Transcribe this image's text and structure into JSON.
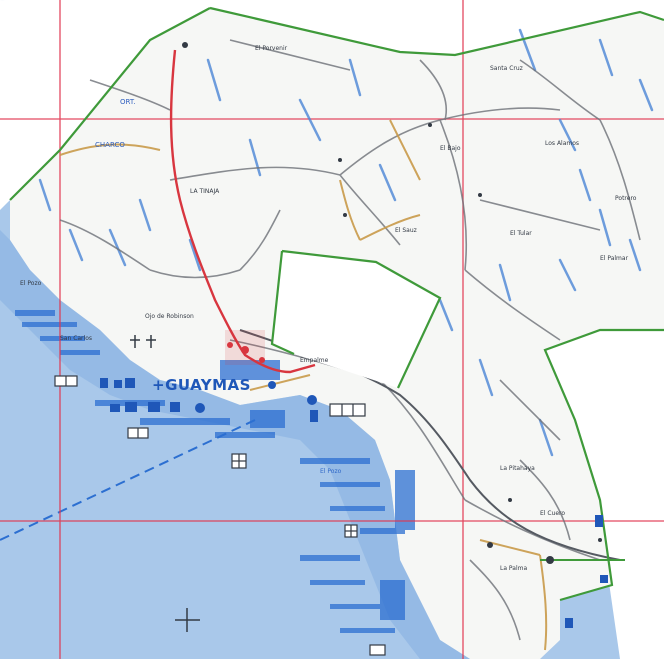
{
  "colors": {
    "sea": "#a9c8ea",
    "sea_deep": "#8fb6e3",
    "coast_blue": "#2c6fd1",
    "land": "#f6f7f5",
    "boundary": "#3f9a3a",
    "grid": "#e0364f",
    "road_primary": "#d8363f",
    "road_secondary": "#c99a4a",
    "road_gray": "#6d7178",
    "water": "#4c86d6",
    "label": "#333a44",
    "enclave": "#ffffff"
  },
  "map": {
    "city_label": "+GUAYMAS",
    "labels": {
      "el_pozo": "El Pozo",
      "la_tinaja": "LA TINAJA",
      "el_el": "Ojo de Robinson",
      "san_carlos": "San Carlos",
      "el_porvenir": "El Porvenir",
      "empalme_label": "Empalme",
      "charco": "CHARCO",
      "orti": "ORT.",
      "la_palma": "La Palma",
      "el_cuero": "El Cuero",
      "potrero": "Potrero",
      "santa_cruz": "Santa Cruz",
      "la_pitahaya": "La Pitahaya",
      "el_bajo": "El Bajo",
      "el_sauz": "El Sauz",
      "el_tular": "El Tular",
      "el_palmar": "El Palmar",
      "los_alamos": "Los Alamos"
    }
  }
}
